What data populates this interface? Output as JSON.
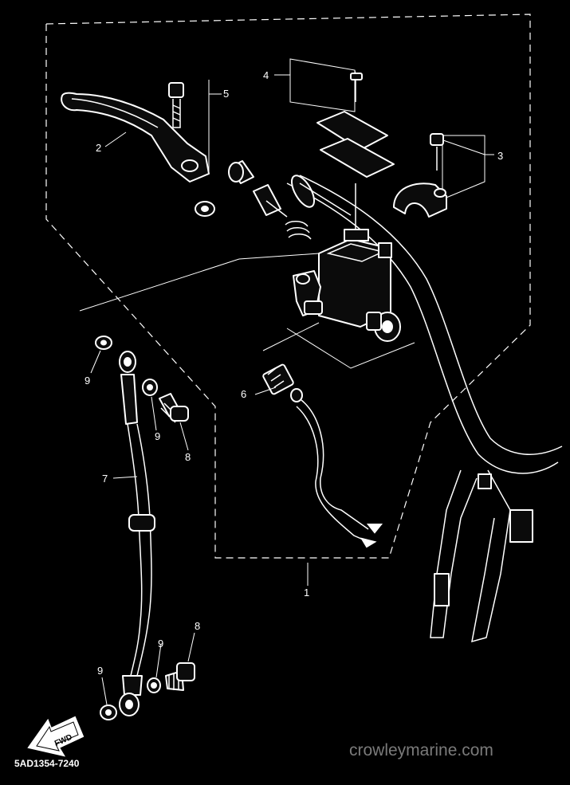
{
  "diagram": {
    "callouts": [
      {
        "id": "1",
        "text": "1"
      },
      {
        "id": "2",
        "text": "2"
      },
      {
        "id": "3",
        "text": "3"
      },
      {
        "id": "4",
        "text": "4"
      },
      {
        "id": "5",
        "text": "5"
      },
      {
        "id": "6",
        "text": "6"
      },
      {
        "id": "7",
        "text": "7"
      },
      {
        "id": "8a",
        "text": "8"
      },
      {
        "id": "8b",
        "text": "8"
      },
      {
        "id": "9a",
        "text": "9"
      },
      {
        "id": "9b",
        "text": "9"
      },
      {
        "id": "9c",
        "text": "9"
      },
      {
        "id": "9d",
        "text": "9"
      }
    ],
    "fwd_label": "FWD",
    "drawing_code": "5AD1354-7240",
    "watermark": "crowleymarine.com"
  }
}
